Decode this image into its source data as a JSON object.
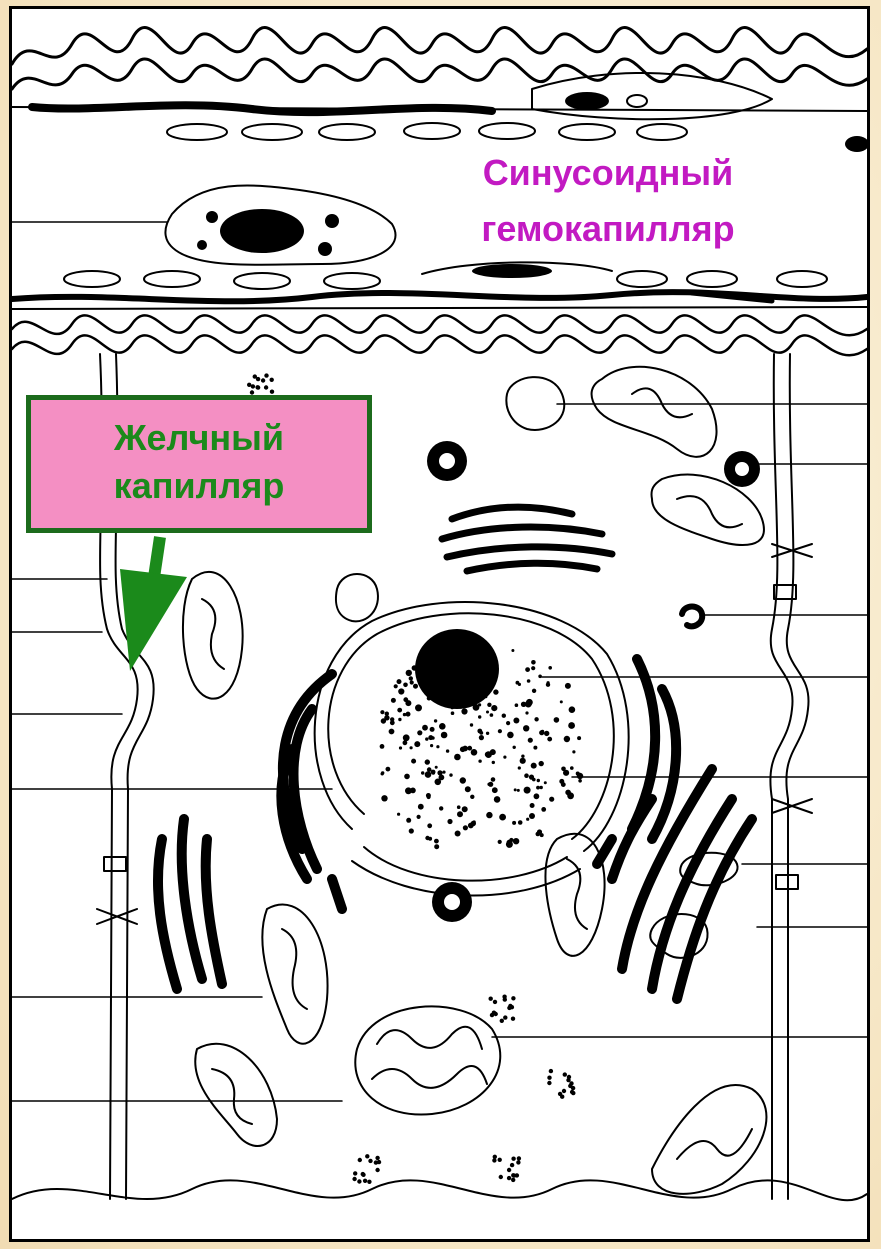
{
  "labels": {
    "sinusoid_line1": "Синусоидный",
    "sinusoid_line2": "гемокапилляр",
    "bile_line1": "Желчный",
    "bile_line2": "капилляр"
  },
  "colors": {
    "sinusoid_label": "#c21ac2",
    "bile_box_fill": "#f48fc3",
    "bile_box_border": "#1c6b1c",
    "bile_text_and_arrow": "#1b8a1b",
    "background": "#f6e6c4"
  }
}
